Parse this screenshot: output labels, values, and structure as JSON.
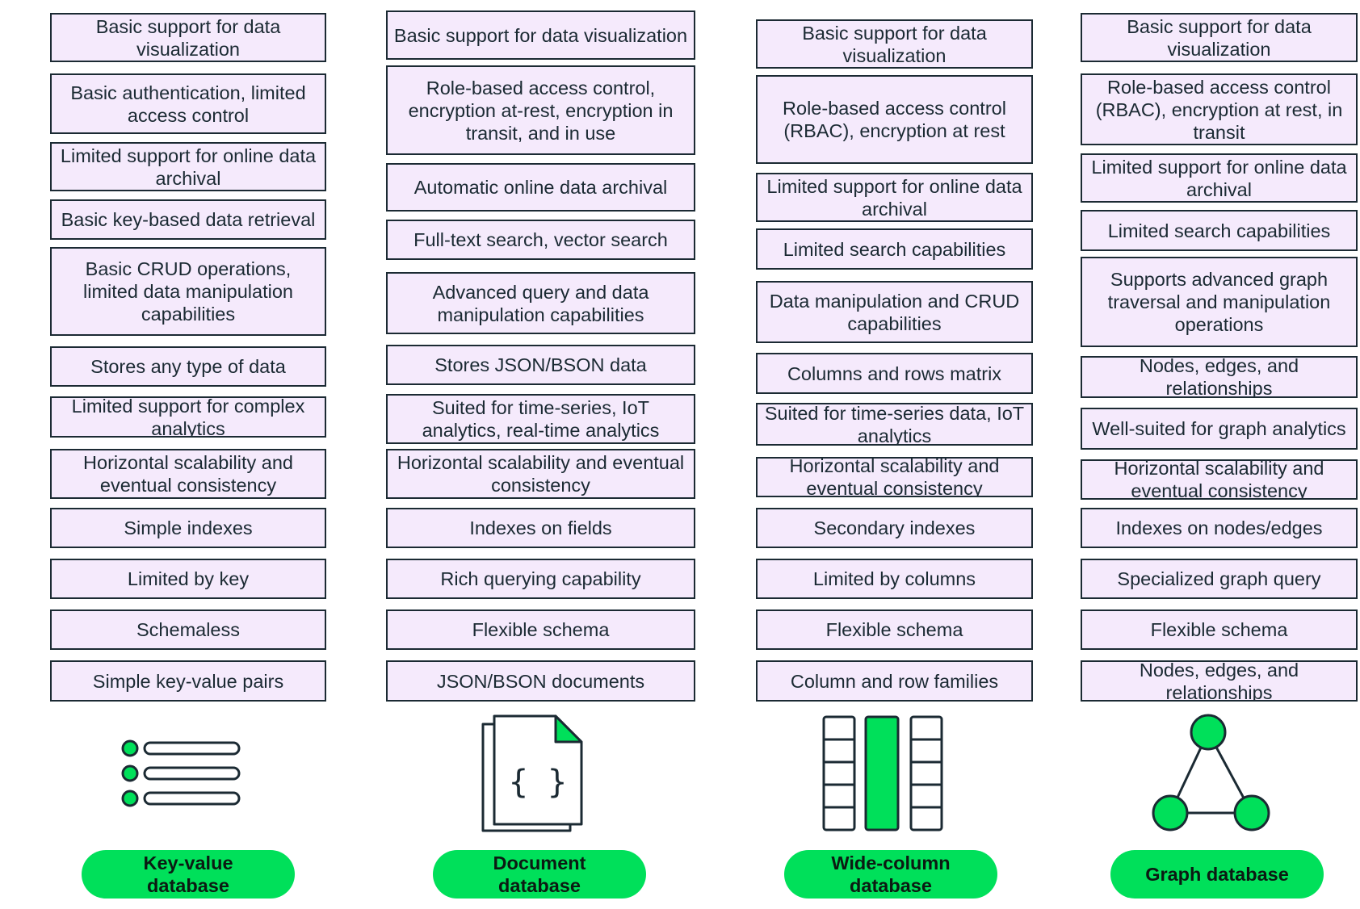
{
  "columns": [
    {
      "id": "kv",
      "label": "Key-value\ndatabase",
      "icon": "key-value-list-icon",
      "rows": [
        "Basic support for data visualization",
        "Basic authentication, limited access control",
        "Limited support for online data archival",
        "Basic key-based data retrieval",
        "Basic CRUD operations, limited data manipulation capabilities",
        "Stores any type of data",
        "Limited support for complex analytics",
        "Horizontal scalability and eventual consistency",
        "Simple indexes",
        "Limited by key",
        "Schemaless",
        "Simple key-value pairs"
      ]
    },
    {
      "id": "doc",
      "label": "Document\ndatabase",
      "icon": "json-document-icon",
      "rows": [
        "Basic support for data visualization",
        "Role-based access control, encryption at-rest, encryption in transit, and in use",
        "Automatic  online data archival",
        "Full-text search, vector search",
        "Advanced query and  data manipulation capabilities",
        "Stores JSON/BSON data",
        "Suited for time-series, IoT analytics, real-time analytics",
        "Horizontal scalability and eventual consistency",
        "Indexes on fields",
        "Rich querying capability",
        "Flexible schema",
        "JSON/BSON documents"
      ]
    },
    {
      "id": "wide",
      "label": "Wide-column\ndatabase",
      "icon": "wide-column-icon",
      "rows": [
        "Basic support for data visualization",
        "Role-based access control (RBAC), encryption at rest",
        "Limited support for online data archival",
        "Limited search capabilities",
        "Data manipulation and CRUD  capabilities",
        "Columns and rows matrix",
        "Suited for time-series data, IoT analytics",
        "Horizontal scalability and eventual consistency",
        "Secondary indexes",
        "Limited by columns",
        "Flexible schema",
        "Column and row families"
      ]
    },
    {
      "id": "graph",
      "label": "Graph database",
      "icon": "graph-triangle-icon",
      "rows": [
        "Basic support for data visualization",
        "Role-based access control (RBAC), encryption at rest, in transit",
        "Limited support for online data archival",
        "Limited search capabilities",
        "Supports advanced graph traversal and manipulation operations",
        "Nodes, edges, and relationships",
        "Well-suited for graph analytics",
        "Horizontal scalability and eventual consistency",
        "Indexes on nodes/edges",
        "Specialized graph query",
        "Flexible schema",
        "Nodes, edges, and relationships"
      ]
    }
  ],
  "colors": {
    "box_fill": "#f5eafc",
    "box_border": "#1b2a33",
    "accent_green": "#00e05a",
    "text": "#1b2a33"
  }
}
